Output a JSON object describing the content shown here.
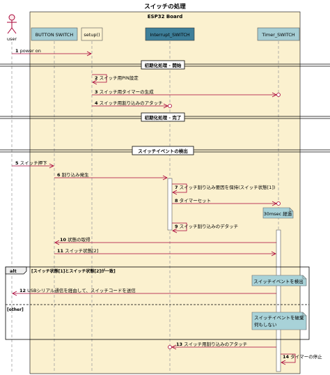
{
  "title": "スイッチの処理",
  "box_title": "ESP32 Board",
  "actor": "user",
  "participants": [
    {
      "key": "button",
      "label": "BUTTON SWITCH"
    },
    {
      "key": "setup",
      "label": "setup()"
    },
    {
      "key": "interrupt",
      "label": "Interrupt_SWITCH"
    },
    {
      "key": "timer",
      "label": "Timer_SWITCH"
    }
  ],
  "dividers": [
    {
      "label": "初期化処理 - 開始"
    },
    {
      "label": "初期化処理 - 完了"
    },
    {
      "label": "スイッチイベントの検出"
    }
  ],
  "messages": [
    {
      "num": "1",
      "text": "power on"
    },
    {
      "num": "2",
      "text": "スイッチ用PIN設定"
    },
    {
      "num": "3",
      "text": "スイッチ用タイマーの生成"
    },
    {
      "num": "4",
      "text": "スイッチ用割り込みのアタッチ"
    },
    {
      "num": "5",
      "text": "スイッチ押下"
    },
    {
      "num": "6",
      "text": "割り込み発生"
    },
    {
      "num": "7",
      "text": "スイッチ割り込み要因を保持(スイッチ状態[1])"
    },
    {
      "num": "8",
      "text": "タイマーセット"
    },
    {
      "num": "9",
      "text": "スイッチ割り込みのデタッチ"
    },
    {
      "num": "10",
      "text": "状態の取得"
    },
    {
      "num": "11",
      "text": "スイッチ状態[2]"
    },
    {
      "num": "12",
      "text": "USBシリアル通信を経由して、スイッチコードを送信"
    },
    {
      "num": "13",
      "text": "スイッチ用割り込みのアタッチ"
    },
    {
      "num": "14",
      "text": "タイマーの停止"
    }
  ],
  "notes": {
    "timer_note": "30msec 経過",
    "detect_note": "スイッチイベントを検出",
    "discard_note_line1": "スイッチイベントを破棄",
    "discard_note_line2": "何もしない"
  },
  "alt": {
    "keyword": "alt",
    "condition": "[スイッチ状態[1]とスイッチ状態[2]が一致]",
    "else_label": "[other]"
  },
  "colors": {
    "box_fill": "#fbf1cf",
    "participant_fill": "#a5cdd4",
    "interrupt_fill": "#3e7f9a",
    "arrow": "#a80036",
    "note_fill": "#a8d2d8"
  }
}
